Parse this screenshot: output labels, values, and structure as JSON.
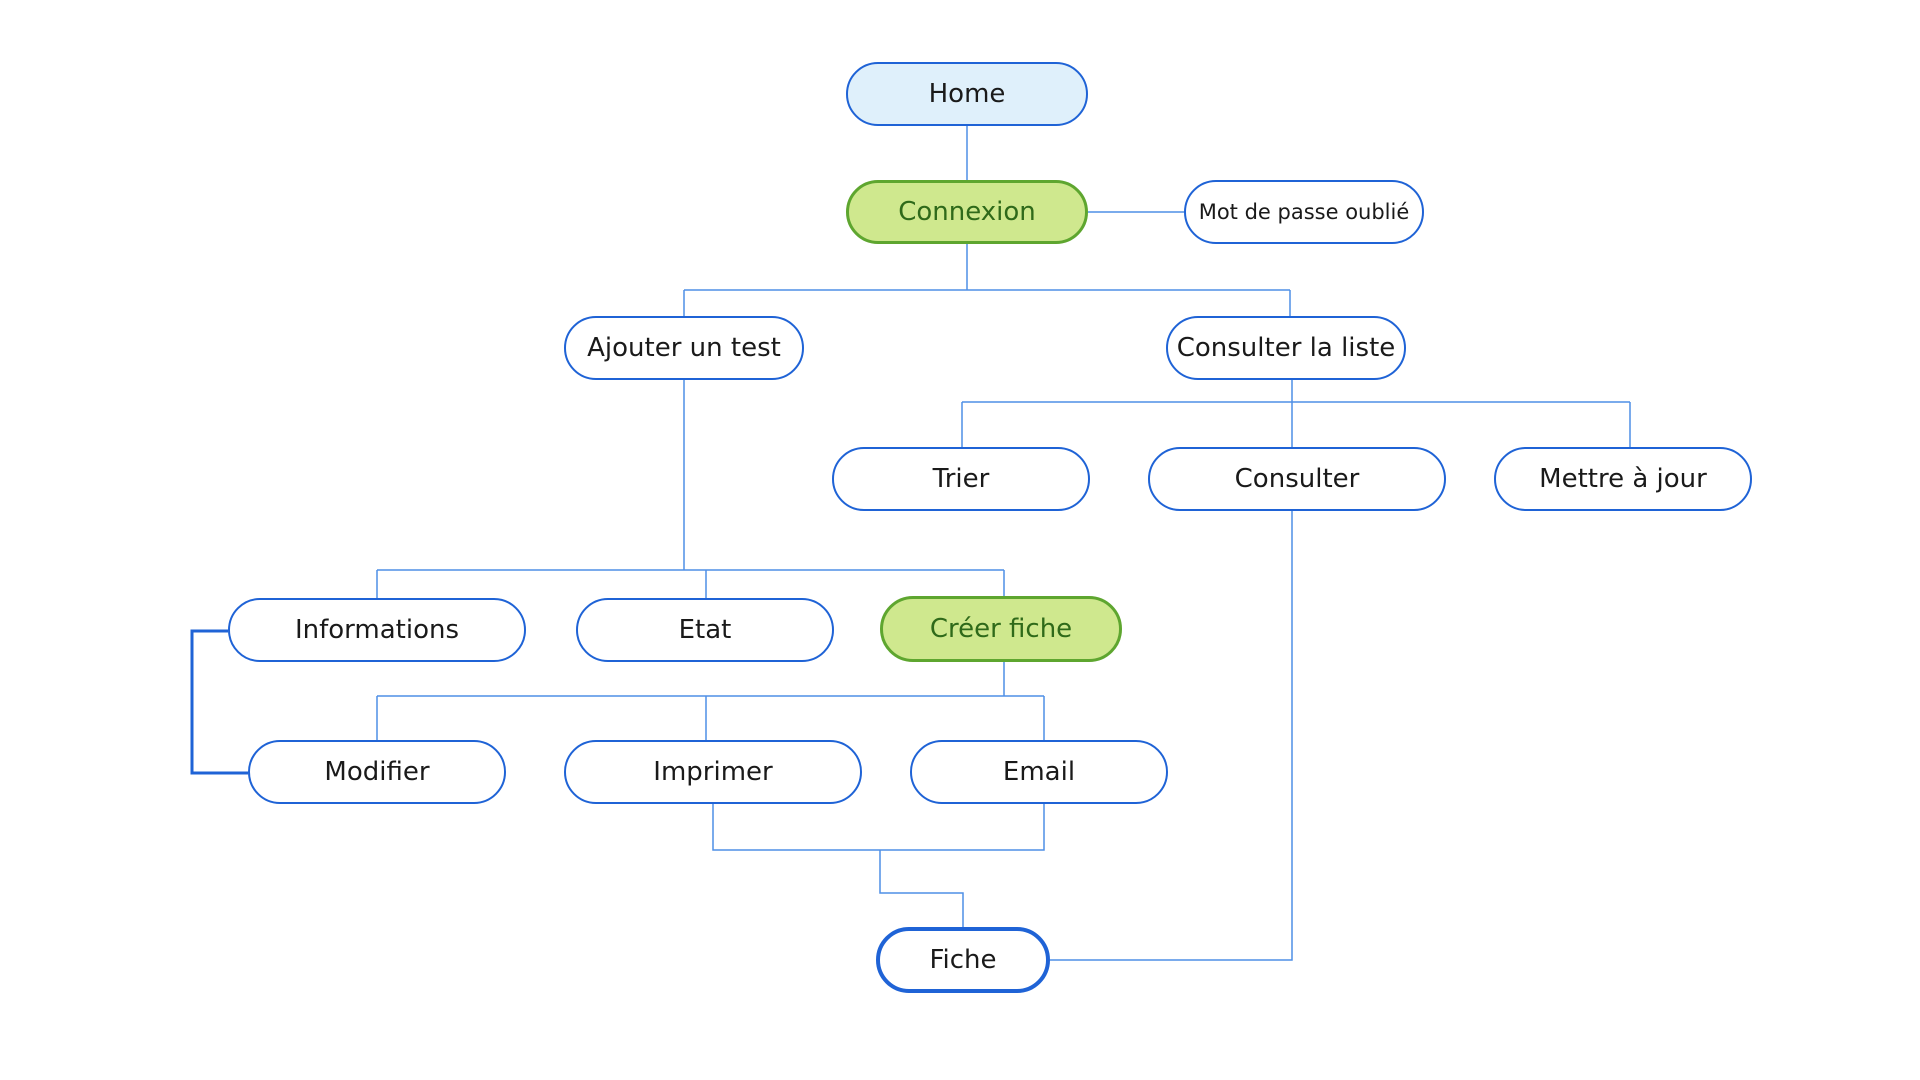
{
  "diagram": {
    "nodes": {
      "home": "Home",
      "connexion": "Connexion",
      "mot_de_passe_oublie": "Mot de passe oublié",
      "ajouter_un_test": "Ajouter un test",
      "consulter_la_liste": "Consulter la liste",
      "trier": "Trier",
      "consulter": "Consulter",
      "mettre_a_jour": "Mettre à jour",
      "informations": "Informations",
      "etat": "Etat",
      "creer_fiche": "Créer fiche",
      "modifier": "Modifier",
      "imprimer": "Imprimer",
      "email": "Email",
      "fiche": "Fiche"
    },
    "edges": [
      [
        "Home",
        "Connexion"
      ],
      [
        "Connexion",
        "Mot de passe oublié"
      ],
      [
        "Connexion",
        "Ajouter un test"
      ],
      [
        "Connexion",
        "Consulter la liste"
      ],
      [
        "Consulter la liste",
        "Trier"
      ],
      [
        "Consulter la liste",
        "Consulter"
      ],
      [
        "Consulter la liste",
        "Mettre à jour"
      ],
      [
        "Ajouter un test",
        "Informations"
      ],
      [
        "Ajouter un test",
        "Etat"
      ],
      [
        "Ajouter un test",
        "Créer fiche"
      ],
      [
        "Informations",
        "Modifier"
      ],
      [
        "Créer fiche",
        "Modifier"
      ],
      [
        "Créer fiche",
        "Imprimer"
      ],
      [
        "Créer fiche",
        "Email"
      ],
      [
        "Imprimer",
        "Fiche"
      ],
      [
        "Email",
        "Fiche"
      ],
      [
        "Consulter",
        "Fiche"
      ]
    ],
    "colors": {
      "node_border": "#1f63d6",
      "edge": "#4f8fe6",
      "home_fill": "#dff0fb",
      "highlight_fill": "#cfe88e",
      "highlight_border": "#5ea62f",
      "highlight_text": "#2f6a1a"
    }
  }
}
